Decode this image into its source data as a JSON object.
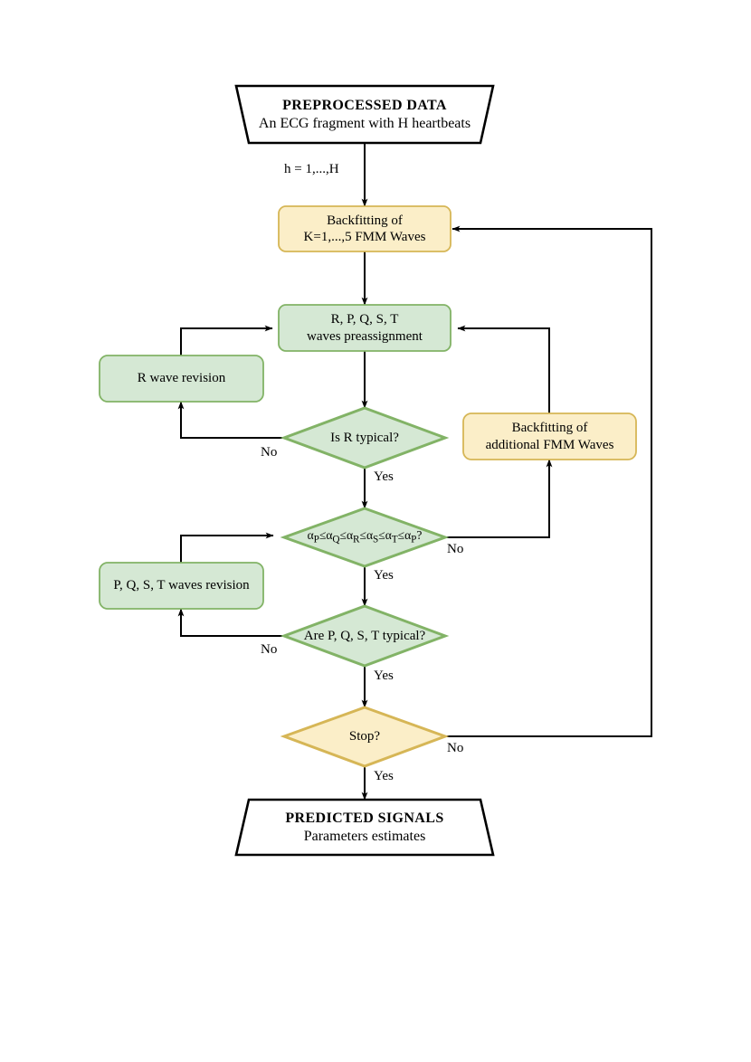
{
  "diagram": {
    "title": "FMM ECG backfitting flowchart",
    "colors": {
      "green_fill": "#d5e8d4",
      "green_stroke": "#82b366",
      "yellow_fill": "#fbeec8",
      "yellow_stroke": "#d6b656",
      "terminator_fill": "#ffffff",
      "terminator_stroke": "#000000",
      "edge_stroke": "#000000"
    },
    "nodes": {
      "preprocessed_data": {
        "shape": "trapezoid",
        "line1": "PREPROCESSED DATA",
        "line2": "An ECG fragment with H heartbeats"
      },
      "backfitting_k5": {
        "shape": "rounded-rect",
        "line1": "Backfitting of",
        "line2": "K=1,...,5 FMM Waves"
      },
      "preassignment": {
        "shape": "rounded-rect",
        "line1": "R, P, Q, S, T",
        "line2": "waves preassignment"
      },
      "r_wave_revision": {
        "shape": "rounded-rect",
        "line1": "R wave revision"
      },
      "is_r_typical": {
        "shape": "diamond",
        "line1": "Is R typical?"
      },
      "backfitting_additional": {
        "shape": "rounded-rect",
        "line1": "Backfitting of",
        "line2": "additional FMM Waves"
      },
      "alpha_order": {
        "shape": "diamond",
        "line1_html": "α<sub>P</sub>≤α<sub>Q</sub>≤α<sub>R</sub>≤α<sub>S</sub>≤α<sub>T</sub>≤α<sub>P</sub>?",
        "line1_text": "αP≤αQ≤αR≤αS≤αT≤αP?"
      },
      "pqst_revision": {
        "shape": "rounded-rect",
        "line1": "P, Q, S, T waves revision"
      },
      "are_pqst_typical": {
        "shape": "diamond",
        "line1": "Are P, Q, S, T typical?"
      },
      "stop": {
        "shape": "diamond",
        "line1": "Stop?"
      },
      "predicted_signals": {
        "shape": "trapezoid-inverted",
        "line1": "PREDICTED SIGNALS",
        "line2": "Parameters estimates"
      }
    },
    "edge_labels": {
      "h_loop": "h = 1,...,H",
      "is_r_no": "No",
      "is_r_yes": "Yes",
      "alpha_no": "No",
      "alpha_yes": "Yes",
      "pqst_no": "No",
      "pqst_yes": "Yes",
      "stop_no": "No",
      "stop_yes": "Yes"
    }
  }
}
